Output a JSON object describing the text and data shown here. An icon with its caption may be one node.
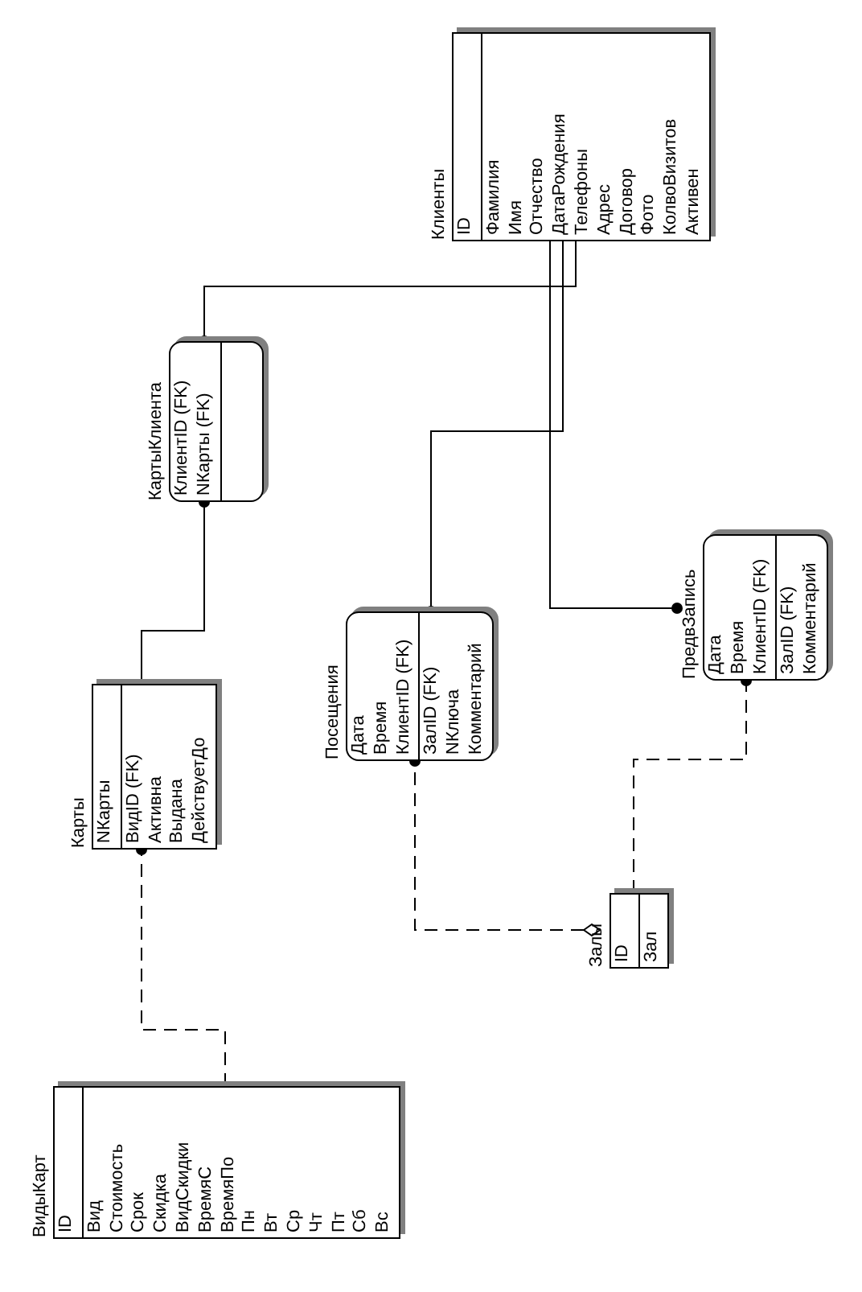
{
  "diagram": {
    "nodes": [
      {
        "text": [
          "Клиенты",
          "ID",
          "Фамилия",
          "Имя",
          "Отчество",
          "ДатаРождения",
          "Телефоны",
          "Адрес",
          "Договор",
          "Фото",
          "КолвоВизитов",
          "Активен"
        ]
      },
      {
        "text": [
          "КартыКлиента",
          "КлиентID (FK)",
          "NКарты (FK)"
        ]
      },
      {
        "text": [
          "Карты",
          "NКарты",
          "ВидID (FK)",
          "Активна",
          "Выдана",
          "ДействуетДо"
        ]
      },
      {
        "text": [
          "Посещения",
          "Дата",
          "Время",
          "КлиентID (FK)",
          "ЗалID (FK)",
          "NКлюча",
          "Комментарий"
        ]
      },
      {
        "text": [
          "ПредвЗапись",
          "Дата",
          "Время",
          "КлиентID (FK)",
          "ЗалID (FK)",
          "Комментарий"
        ]
      },
      {
        "text": [
          "Залы",
          "ID",
          "Зал"
        ]
      },
      {
        "text": [
          "ВидыКарт",
          "ID",
          "Вид",
          "Стоимость",
          "Срок",
          "Скидка",
          "ВидСкидки",
          "ВремяС",
          "ВремяПо",
          "Пн",
          "Вт",
          "Ср",
          "Чт",
          "Пт",
          "Сб",
          "Вс"
        ]
      }
    ],
    "edges": [
      {
        "from": 0,
        "to": 1,
        "arrow": "other"
      },
      {
        "from": 2,
        "to": 1,
        "arrow": "other"
      },
      {
        "from": 0,
        "to": 3,
        "arrow": "other"
      },
      {
        "from": 0,
        "to": 4,
        "arrow": "other"
      },
      {
        "from": 5,
        "to": 3,
        "arrow": "other",
        "style": "dashed"
      },
      {
        "from": 5,
        "to": 4,
        "arrow": "other",
        "style": "dashed"
      },
      {
        "from": 6,
        "to": 2,
        "arrow": "other",
        "style": "dashed"
      }
    ]
  }
}
